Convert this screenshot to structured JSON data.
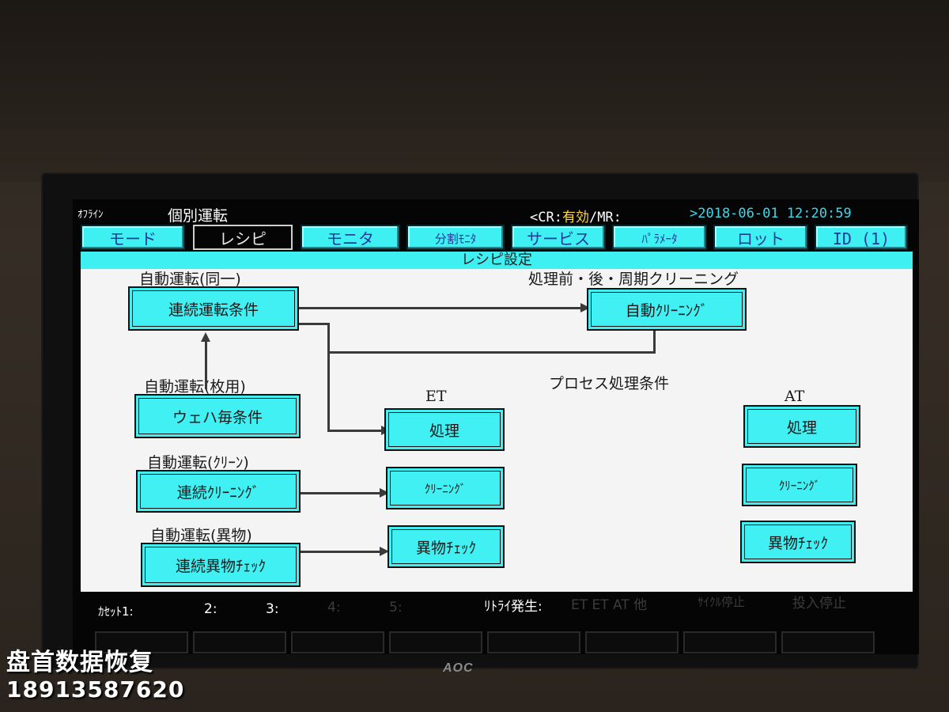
{
  "status": {
    "mode": "ｵﾌﾗｲﾝ",
    "operation": "個別運転",
    "cr_prefix": "<CR:",
    "cr_value": "有効",
    "mr_label": "/MR:",
    "datetime": ">2018-06-01 12:20:59"
  },
  "tabs": [
    "モード",
    "レシピ",
    "モニタ",
    "分割ﾓﾆﾀ",
    "サービス",
    "ﾊﾟﾗﾒｰﾀ",
    "ロット",
    "ID (1)"
  ],
  "active_tab": "レシピ",
  "page_title": "レシピ設定",
  "diagram": {
    "label_auto_same": "自動運転(同一)",
    "label_pre_post": "処理前・後・周期クリーニング",
    "label_auto_sheet": "自動運転(枚用)",
    "label_process_cond": "プロセス処理条件",
    "label_auto_clean": "自動運転(ｸﾘｰﾝ)",
    "label_auto_foreign": "自動運転(異物)",
    "label_et": "ET",
    "label_at": "AT",
    "btn_continuous_cond": "連続運転条件",
    "btn_auto_cleaning": "自動ｸﾘｰﾆﾝｸﾞ",
    "btn_wafer_cond": "ウェハ毎条件",
    "btn_continuous_cleaning": "連続ｸﾘｰﾆﾝｸﾞ",
    "btn_continuous_foreign": "連続異物ﾁｪｯｸ",
    "et_process": "処理",
    "et_cleaning": "ｸﾘｰﾆﾝｸﾞ",
    "et_foreign": "異物ﾁｪｯｸ",
    "at_process": "処理",
    "at_cleaning": "ｸﾘｰﾆﾝｸﾞ",
    "at_foreign": "異物ﾁｪｯｸ"
  },
  "bottom": {
    "cassette_label": "ｶｾｯﾄ1:",
    "slot2": "2:",
    "slot3": "3:",
    "slot4": "4:",
    "slot5": "5:",
    "retry_label": "ﾘﾄﾗｲ発生:",
    "retry_flags": "ET ET AT 他",
    "cycle_stop": "ｻｲｸﾙ停止",
    "input_stop": "投入停止"
  },
  "monitor_brand": "AOC",
  "watermark": {
    "name": "盘首数据恢复",
    "phone": "18913587620"
  },
  "colors": {
    "cyan": "#40f0f3",
    "date": "#3bd9e9",
    "highlight": "#ffd84a"
  }
}
